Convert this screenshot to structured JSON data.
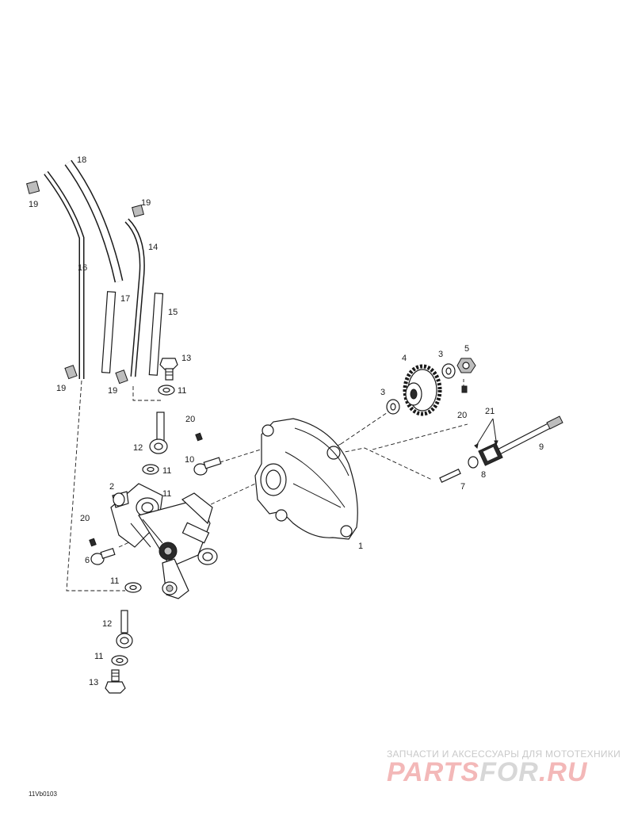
{
  "callouts": [
    "1",
    "2",
    "3",
    "3",
    "4",
    "5",
    "6",
    "7",
    "8",
    "9",
    "10",
    "11",
    "11",
    "11",
    "11",
    "11",
    "12",
    "12",
    "13",
    "13",
    "14",
    "15",
    "16",
    "17",
    "18",
    "19",
    "19",
    "19",
    "19",
    "20",
    "20",
    "20",
    "21"
  ],
  "drawing_code": "11Vb0103",
  "watermark": {
    "tagline": "ЗАПЧАСТИ И АКСЕССУАРЫ ДЛЯ МОТОТЕХНИКИ",
    "logo_main": "PARTS",
    "logo_mid": "FOR",
    "logo_end": ".RU"
  }
}
